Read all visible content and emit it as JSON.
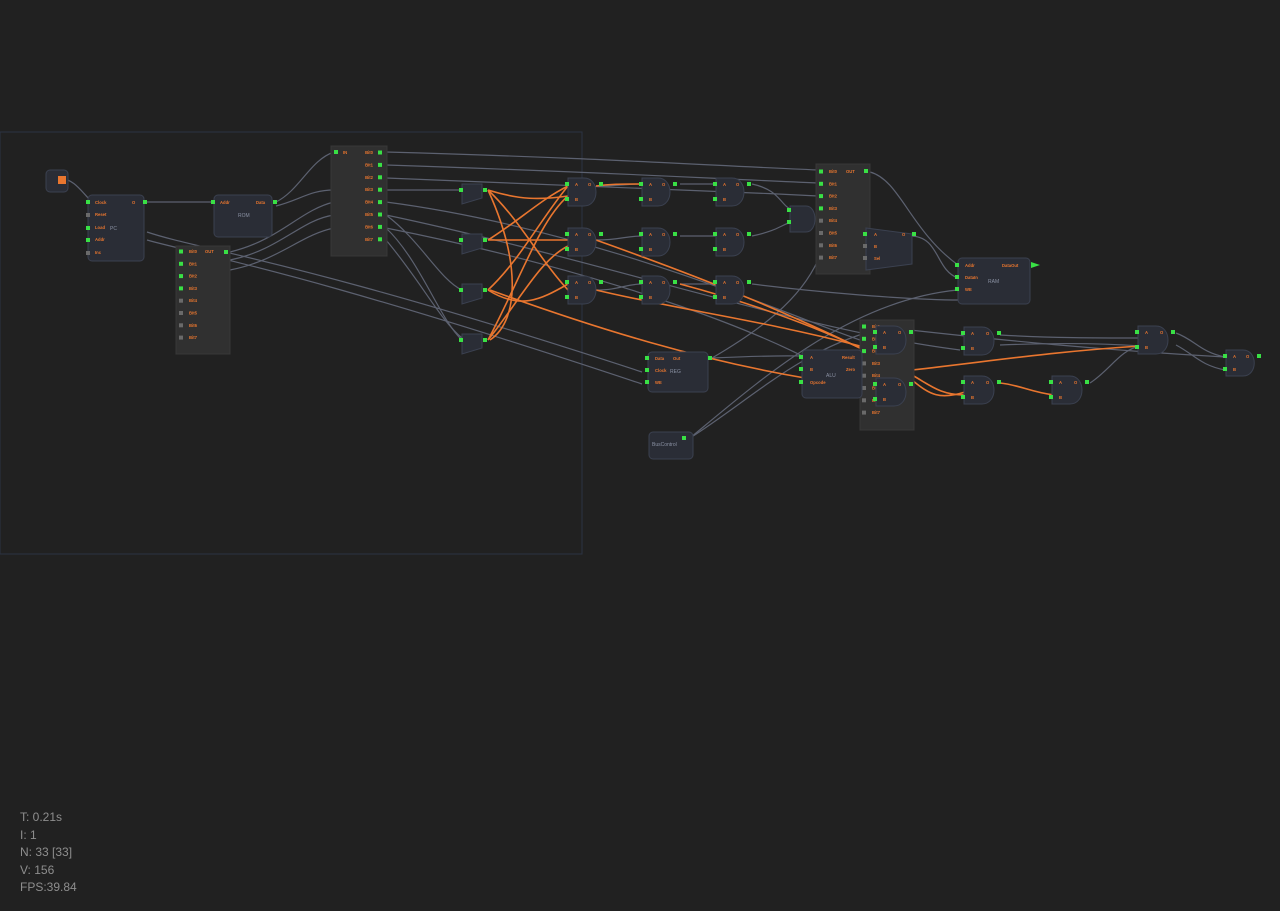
{
  "colors": {
    "background": "#212121",
    "node_fill": "#2a2d36",
    "node_stroke": "#3b4150",
    "panel_fill": "#303030",
    "wire_idle": "#5c6170",
    "wire_active": "#e9762f",
    "port_on": "#39e045",
    "port_off": "#6a6a6a"
  },
  "nodes": {
    "pc": {
      "title": "PC",
      "ports": {
        "clock": "Clock",
        "reset": "Reset",
        "load": "Load",
        "addr": "Addr",
        "inc": "Inc",
        "out": "O"
      }
    },
    "rom": {
      "title": "ROM",
      "ports": {
        "addr": "Addr",
        "data": "Data"
      }
    },
    "splitter": {
      "in_label": "IN",
      "outs": [
        "Bit0",
        "Bit1",
        "Bit2",
        "Bit3",
        "Bit4",
        "Bit5",
        "Bit6",
        "Bit7"
      ]
    },
    "mux_left": {
      "out_label": "OUT",
      "ins": [
        "Bit0",
        "Bit1",
        "Bit2",
        "Bit3",
        "Bit4",
        "Bit5",
        "Bit6",
        "Bit7"
      ]
    },
    "mux_right": {
      "out_label": "OUT",
      "ins": [
        "Bit0",
        "Bit1",
        "Bit2",
        "Bit3",
        "Bit4",
        "Bit5",
        "Bit6",
        "Bit7"
      ]
    },
    "splitter_lower": {
      "outs": [
        "Bit0",
        "Bit1",
        "Bit2",
        "Bit3",
        "Bit4",
        "Bit5",
        "Bit6",
        "Bit7"
      ]
    },
    "reg": {
      "title": "REG",
      "ports": {
        "data": "Data",
        "clock": "Clock",
        "we": "WE",
        "out": "Out"
      }
    },
    "alu": {
      "title": "ALU",
      "ports": {
        "a": "A",
        "b": "B",
        "opcode": "Opcode",
        "result": "Result",
        "zero": "Zero"
      }
    },
    "ram": {
      "title": "RAM",
      "ports": {
        "addr": "Addr",
        "datain": "DataIn",
        "we": "WE",
        "dataout": "DataOut"
      }
    },
    "mux2": {
      "ports": {
        "a": "A",
        "b": "B",
        "sel": "Sel",
        "o": "O"
      }
    },
    "bus_control": {
      "title": "BusControl"
    },
    "gate": {
      "a": "A",
      "b": "B",
      "o": "O"
    }
  },
  "stats": {
    "time": "T: 0.21s",
    "iterations": "I: 1",
    "nodes": "N: 33 [33]",
    "vertices": "V: 156",
    "fps": "FPS:39.84"
  }
}
